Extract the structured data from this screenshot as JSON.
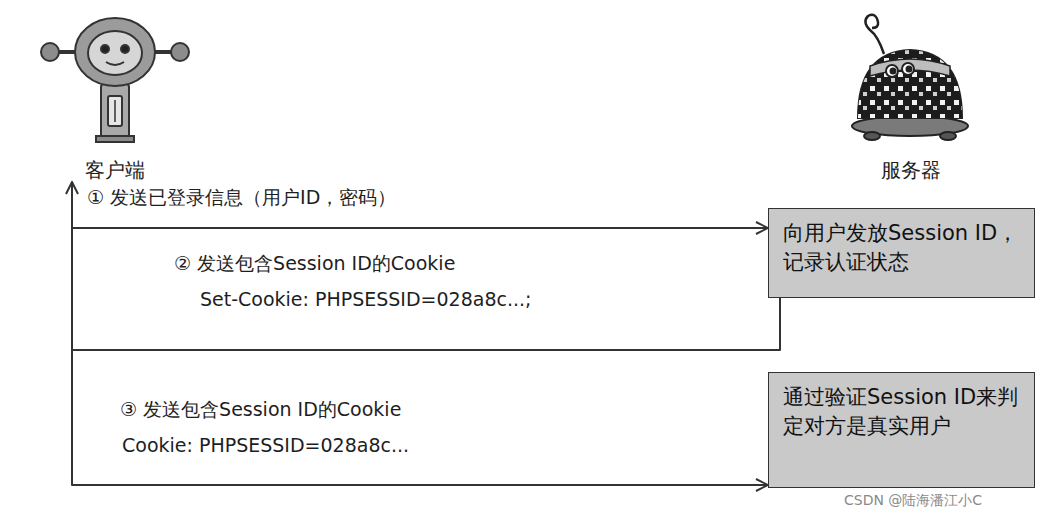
{
  "diagram": {
    "nodes": [
      {
        "text": [
          "客户端"
        ]
      },
      {
        "text": [
          "服务器"
        ]
      },
      {
        "text": [
          "向用户发放Session ID，记录认证状态"
        ]
      },
      {
        "text": [
          "通过验证Session ID来判定对方是真实用户"
        ]
      }
    ],
    "edges": [
      {
        "from": 0,
        "to": 2,
        "arrow": "to",
        "label": "① 发送已登录信息（用户ID，密码）"
      },
      {
        "from": 2,
        "to": 0,
        "arrow": "to",
        "label": "② 发送包含Session ID的Cookie"
      },
      {
        "from": 0,
        "to": 3,
        "arrow": "to",
        "label": "③ 发送包含Session ID的Cookie"
      }
    ],
    "labels": [
      "Set-Cookie: PHPSESSID=028a8c...;",
      "Cookie: PHPSESSID=028a8c...",
      "CSDN @陆海潘江小C"
    ]
  }
}
